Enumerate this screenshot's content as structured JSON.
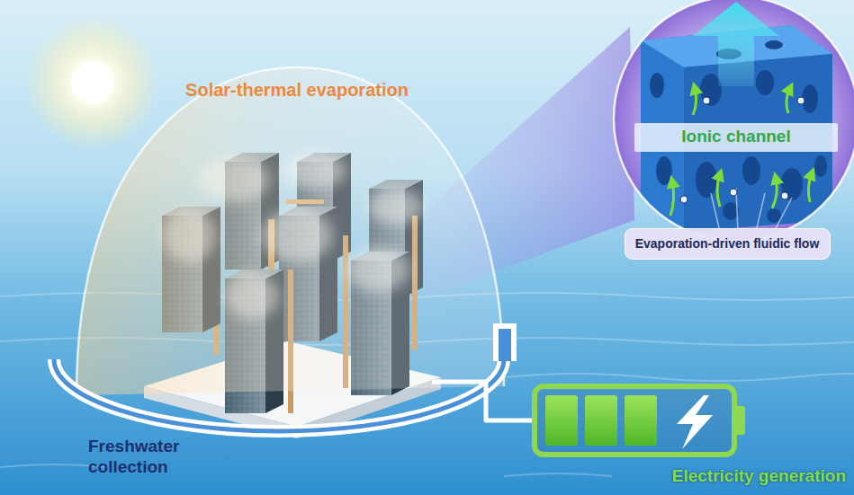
{
  "diagram": {
    "nodes": [
      {
        "text": [
          "Ionic channel"
        ]
      },
      {
        "text": [
          "Evaporation-driven fluidic flow"
        ]
      }
    ],
    "labels": [
      "Solar-thermal evaporation",
      "Freshwater collection",
      "Electricity generation"
    ]
  }
}
